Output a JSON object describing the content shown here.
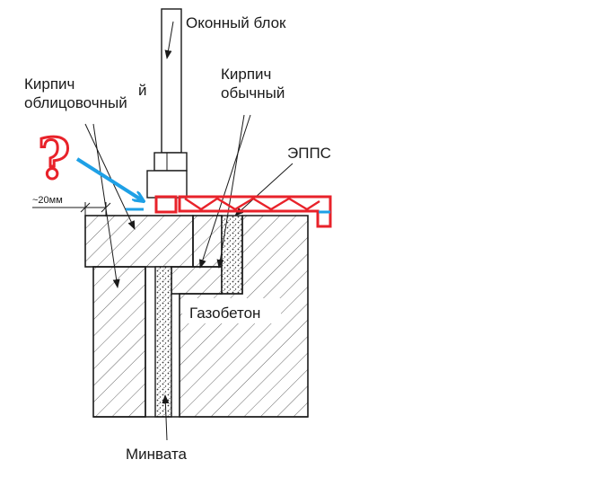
{
  "labels": {
    "window_block": "Оконный блок",
    "window_block_stray": "й",
    "brick_facing_line1": "Кирпич",
    "brick_facing_line2": "облицовочный",
    "brick_common_line1": "Кирпич",
    "brick_common_line2": "обычный",
    "epps": "ЭППС",
    "gap": "~20мм",
    "aerated_concrete": "Газобетон",
    "mineral_wool": "Минвата",
    "question": "?"
  },
  "colors": {
    "line": "#1a1a1a",
    "hatch": "#555555",
    "markup_red": "#e8222a",
    "markup_blue": "#1ea0e6",
    "background": "#ffffff"
  }
}
